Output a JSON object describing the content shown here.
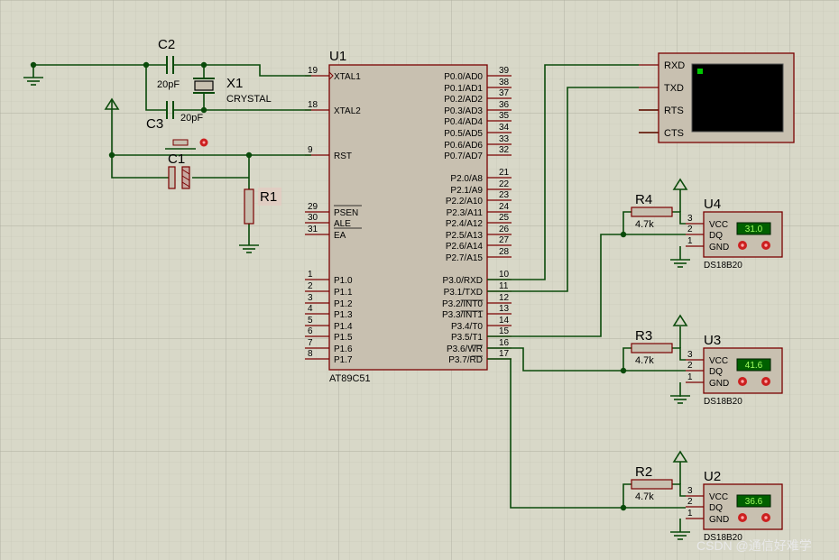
{
  "colors": {
    "background": "#d8d8c8",
    "grid_minor": "#c6c6b6",
    "grid_major": "#b4b4a4",
    "wire": "#0a4a0a",
    "body_outline": "#7a0000",
    "body_fill": "#c8c0b0",
    "pin": "#7a0000",
    "screen": "#000000",
    "led": "#00c800",
    "lcd_fill": "#006000",
    "lcd_text": "#a0ff60",
    "red_button": "#cc2020"
  },
  "mcu": {
    "ref": "U1",
    "part": "AT89C51",
    "left_pins": [
      {
        "num": "19",
        "name": "XTAL1"
      },
      {
        "num": "18",
        "name": "XTAL2"
      },
      {
        "num": "9",
        "name": "RST"
      },
      {
        "num": "29",
        "name": "PSEN"
      },
      {
        "num": "30",
        "name": "ALE"
      },
      {
        "num": "31",
        "name": "EA"
      },
      {
        "num": "1",
        "name": "P1.0"
      },
      {
        "num": "2",
        "name": "P1.1"
      },
      {
        "num": "3",
        "name": "P1.2"
      },
      {
        "num": "4",
        "name": "P1.3"
      },
      {
        "num": "5",
        "name": "P1.4"
      },
      {
        "num": "6",
        "name": "P1.5"
      },
      {
        "num": "7",
        "name": "P1.6"
      },
      {
        "num": "8",
        "name": "P1.7"
      }
    ],
    "right_pins": [
      {
        "num": "39",
        "name": "P0.0/AD0"
      },
      {
        "num": "38",
        "name": "P0.1/AD1"
      },
      {
        "num": "37",
        "name": "P0.2/AD2"
      },
      {
        "num": "36",
        "name": "P0.3/AD3"
      },
      {
        "num": "35",
        "name": "P0.4/AD4"
      },
      {
        "num": "34",
        "name": "P0.5/AD5"
      },
      {
        "num": "33",
        "name": "P0.6/AD6"
      },
      {
        "num": "32",
        "name": "P0.7/AD7"
      },
      {
        "num": "21",
        "name": "P2.0/A8"
      },
      {
        "num": "22",
        "name": "P2.1/A9"
      },
      {
        "num": "23",
        "name": "P2.2/A10"
      },
      {
        "num": "24",
        "name": "P2.3/A11"
      },
      {
        "num": "25",
        "name": "P2.4/A12"
      },
      {
        "num": "26",
        "name": "P2.5/A13"
      },
      {
        "num": "27",
        "name": "P2.6/A14"
      },
      {
        "num": "28",
        "name": "P2.7/A15"
      },
      {
        "num": "10",
        "name": "P3.0/RXD"
      },
      {
        "num": "11",
        "name": "P3.1/TXD"
      },
      {
        "num": "12",
        "name": "P3.2/INT0"
      },
      {
        "num": "13",
        "name": "P3.3/INT1"
      },
      {
        "num": "14",
        "name": "P3.4/T0"
      },
      {
        "num": "15",
        "name": "P3.5/T1"
      },
      {
        "num": "16",
        "name": "P3.6/WR"
      },
      {
        "num": "17",
        "name": "P3.7/RD"
      }
    ]
  },
  "components": {
    "c2": {
      "ref": "C2",
      "value": "20pF"
    },
    "c3": {
      "ref": "C3",
      "value": "20pF"
    },
    "x1": {
      "ref": "X1",
      "value": "CRYSTAL"
    },
    "c1": {
      "ref": "C1"
    },
    "r1": {
      "ref": "R1"
    },
    "r2": {
      "ref": "R2",
      "value": "4.7k"
    },
    "r3": {
      "ref": "R3",
      "value": "4.7k"
    },
    "r4": {
      "ref": "R4",
      "value": "4.7k"
    }
  },
  "terminal": {
    "pins": [
      "RXD",
      "TXD",
      "RTS",
      "CTS"
    ]
  },
  "sensors": [
    {
      "ref": "U4",
      "part": "DS18B20",
      "temp": "31.0",
      "pins": {
        "vcc": "VCC",
        "dq": "DQ",
        "gnd": "GND"
      },
      "pin_nums": [
        "3",
        "2",
        "1"
      ]
    },
    {
      "ref": "U3",
      "part": "DS18B20",
      "temp": "41.6",
      "pins": {
        "vcc": "VCC",
        "dq": "DQ",
        "gnd": "GND"
      },
      "pin_nums": [
        "3",
        "2",
        "1"
      ]
    },
    {
      "ref": "U2",
      "part": "DS18B20",
      "temp": "36.6",
      "pins": {
        "vcc": "VCC",
        "dq": "DQ",
        "gnd": "GND"
      },
      "pin_nums": [
        "3",
        "2",
        "1"
      ]
    }
  ],
  "watermark": "CSDN @通信好难学"
}
